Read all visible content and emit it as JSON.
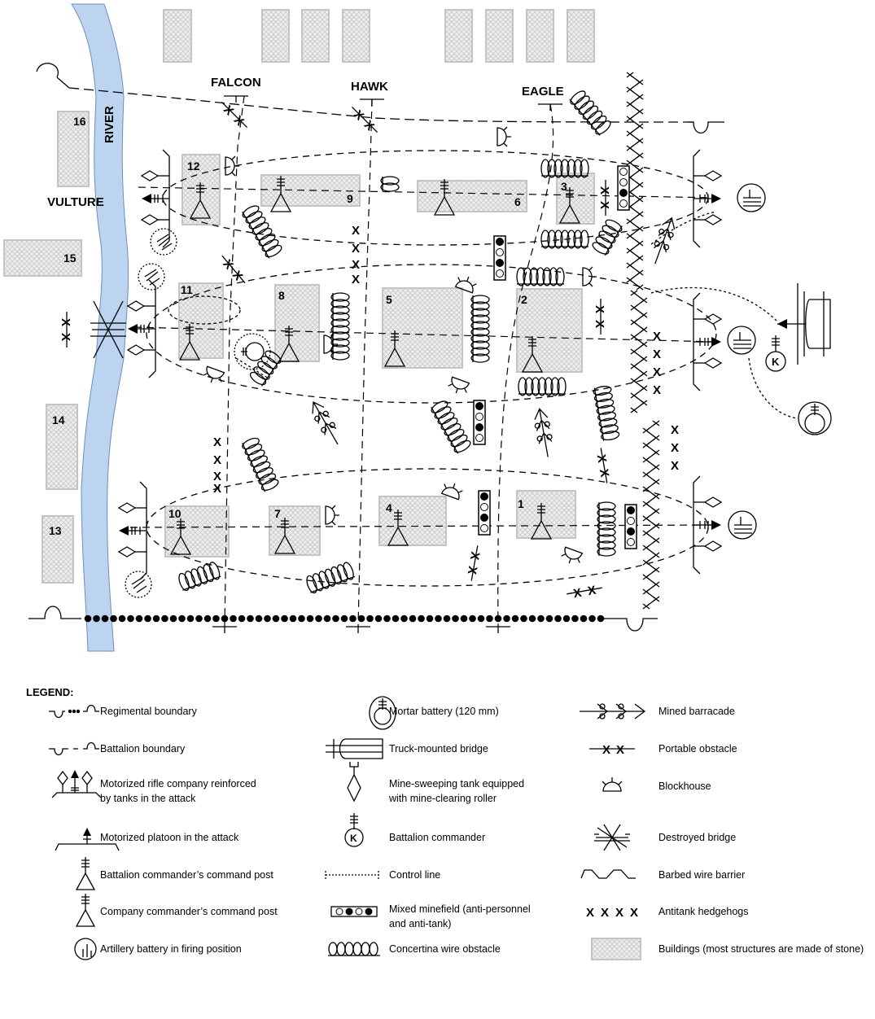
{
  "map": {
    "unit_labels": {
      "falcon": "FALCON",
      "hawk": "HAWK",
      "eagle": "EAGLE",
      "vulture": "VULTURE",
      "river": "RIVER"
    },
    "buildings": [
      "16",
      "15",
      "14",
      "13",
      "12",
      "9",
      "6",
      "3",
      "11",
      "8",
      "5",
      "2",
      "10",
      "7",
      "4",
      "1"
    ],
    "colors": {
      "river": "#bcd4ef",
      "building_hatch": "#d6d6d6",
      "line": "#000000"
    }
  },
  "legend": {
    "title": "LEGEND:",
    "items": [
      {
        "icon": "regimental-boundary-icon",
        "label": "Regimental boundary"
      },
      {
        "icon": "battalion-boundary-icon",
        "label": "Battalion boundary"
      },
      {
        "icon": "motorized-rifle-company-icon",
        "label": "Motorized rifle company reinforced",
        "label2": "by tanks in the attack"
      },
      {
        "icon": "motorized-platoon-icon",
        "label": "Motorized platoon in the attack"
      },
      {
        "icon": "battalion-command-post-icon",
        "label": "Battalion commander’s command post"
      },
      {
        "icon": "company-command-post-icon",
        "label": "Company commander’s command post"
      },
      {
        "icon": "artillery-battery-icon",
        "label": "Artillery battery in firing position"
      },
      {
        "icon": "mortar-battery-icon",
        "label": "Mortar battery (120 mm)"
      },
      {
        "icon": "truck-mounted-bridge-icon",
        "label": "Truck-mounted bridge"
      },
      {
        "icon": "mine-sweeping-tank-icon",
        "label": "Mine-sweeping tank equipped",
        "label2": "with mine-clearing roller"
      },
      {
        "icon": "battalion-commander-icon",
        "label": "Battalion commander"
      },
      {
        "icon": "control-line-icon",
        "label": "Control line"
      },
      {
        "icon": "mixed-minefield-icon",
        "label": "Mixed minefield (anti-personnel",
        "label2": "and anti-tank)"
      },
      {
        "icon": "concertina-wire-icon",
        "label": "Concertina wire obstacle"
      },
      {
        "icon": "mined-barricade-icon",
        "label": "Mined barracade"
      },
      {
        "icon": "portable-obstacle-icon",
        "label": "Portable obstacle"
      },
      {
        "icon": "blockhouse-icon",
        "label": "Blockhouse"
      },
      {
        "icon": "destroyed-bridge-icon",
        "label": "Destroyed bridge"
      },
      {
        "icon": "barbed-wire-icon",
        "label": "Barbed wire barrier"
      },
      {
        "icon": "antitank-hedgehogs-icon",
        "label": "Antitank hedgehogs"
      },
      {
        "icon": "buildings-icon",
        "label": "Buildings (most structures are made of stone)"
      }
    ],
    "commander_letter": "K"
  }
}
